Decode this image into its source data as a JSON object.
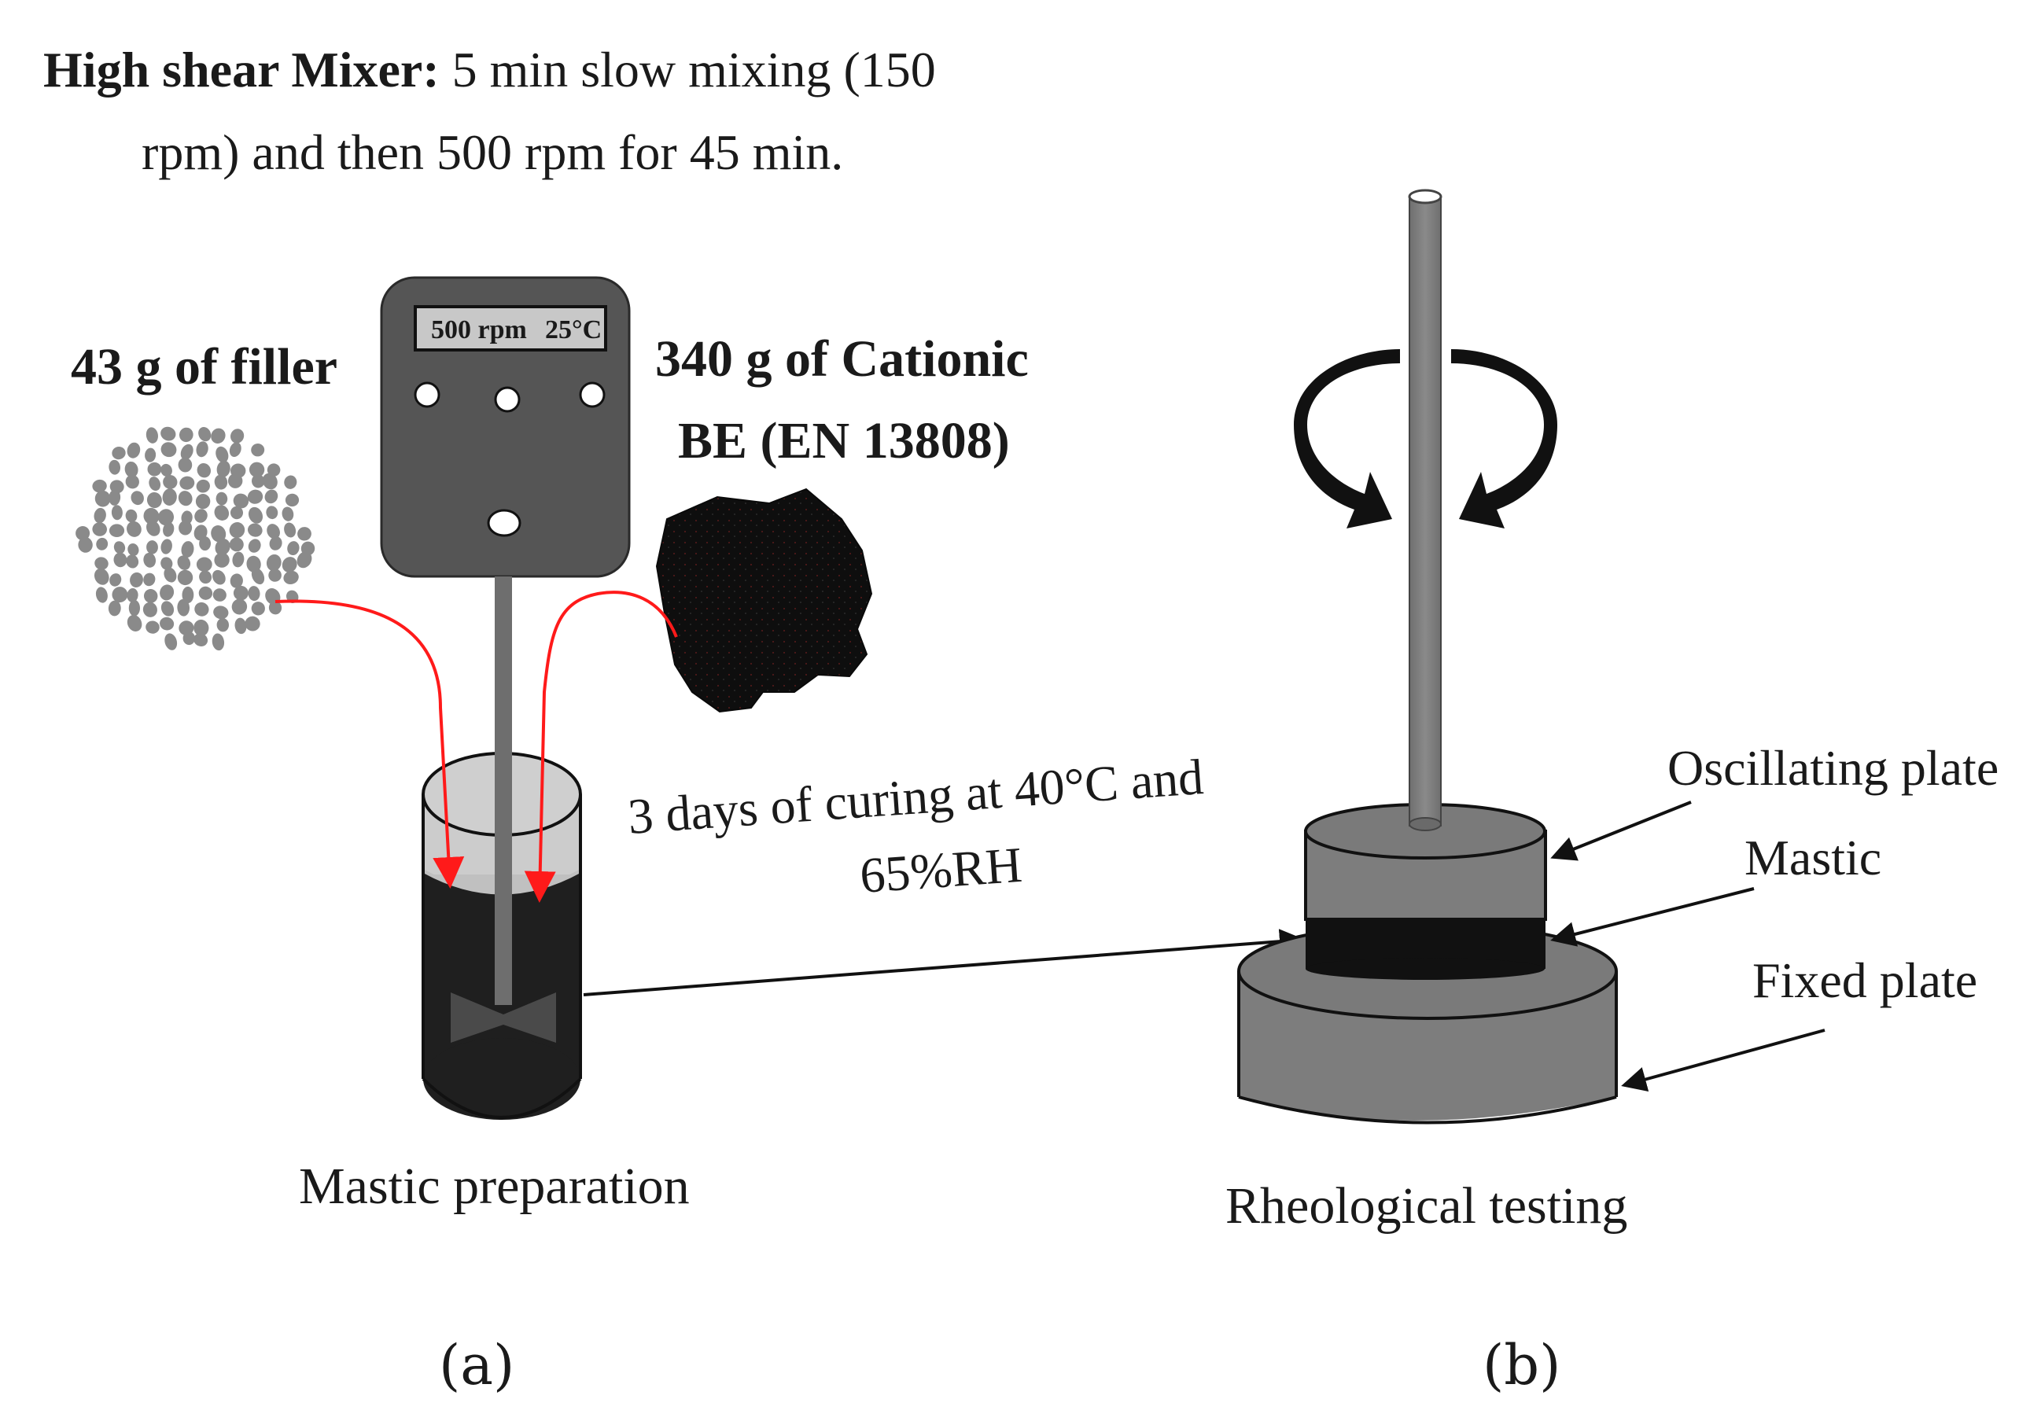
{
  "mixer_note": {
    "bold": "High shear Mixer:",
    "line1_rest": " 5 min slow mixing (150",
    "line2": "rpm) and then 500 rpm for 45 min."
  },
  "filler_label": "43 g of filler",
  "emulsion_label": {
    "line1": "340 g of Cationic",
    "line2": "BE (EN 13808)"
  },
  "mixer_display": {
    "speed": "500 rpm",
    "temp": "25°C"
  },
  "curing_note": {
    "line1": "3 days of curing at 40°C and",
    "line2": "65%RH"
  },
  "mastic_preparation_label": "Mastic preparation",
  "rheo_labels": {
    "oscillating_plate": "Oscillating plate",
    "mastic": "Mastic",
    "fixed_plate": "Fixed plate"
  },
  "rheological_testing_label": "Rheological testing",
  "panel_labels": {
    "a": "(a)",
    "b": "(b)"
  },
  "colors": {
    "arrow_red": "#ff1a1a",
    "mixer_body": "#555555",
    "display_bg": "#c8c8c8",
    "filler_grey": "#8a8a8a",
    "emulsion_black": "#111111",
    "plate_grey": "#7a7a7a",
    "mastic_black": "#111111"
  }
}
